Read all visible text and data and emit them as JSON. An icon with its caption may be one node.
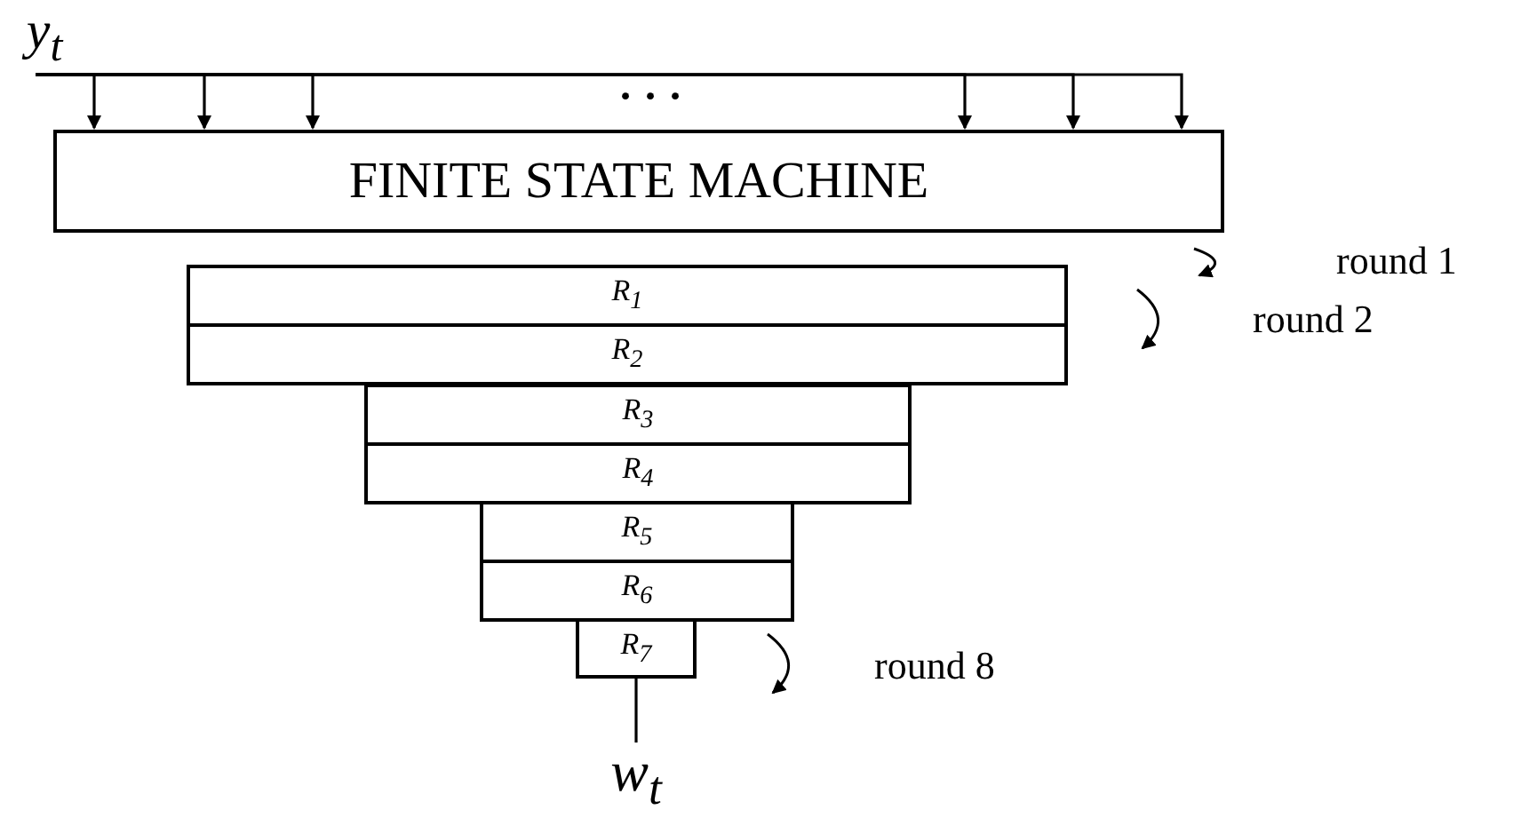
{
  "diagram": {
    "nodes": [
      {
        "text": [
          "y$_{t}$"
        ]
      },
      {
        "text": [
          "FINITE STATE MACHINE"
        ]
      },
      {
        "text": [
          "R$_{1}$"
        ]
      },
      {
        "text": [
          "R$_{2}$"
        ]
      },
      {
        "text": [
          "R$_{3}$"
        ]
      },
      {
        "text": [
          "R$_{4}$"
        ]
      },
      {
        "text": [
          "R$_{5}$"
        ]
      },
      {
        "text": [
          "R$_{6}$"
        ]
      },
      {
        "text": [
          "R$_{7}$"
        ]
      },
      {
        "text": [
          "w$_{t}$"
        ]
      }
    ],
    "edges": [
      {
        "from": 0,
        "to": 1,
        "arrow": "to"
      },
      {
        "from": 0,
        "to": 1,
        "arrow": "to"
      },
      {
        "from": 0,
        "to": 1,
        "arrow": "to"
      },
      {
        "from": 0,
        "to": 1,
        "arrow": "to"
      },
      {
        "from": 0,
        "to": 1,
        "arrow": "to"
      },
      {
        "from": 0,
        "to": 1,
        "arrow": "to"
      },
      {
        "from": 8,
        "to": 9,
        "arrow": "none"
      }
    ],
    "labels": [
      "· · ·",
      "round 1",
      "round 2",
      "round 8"
    ]
  }
}
